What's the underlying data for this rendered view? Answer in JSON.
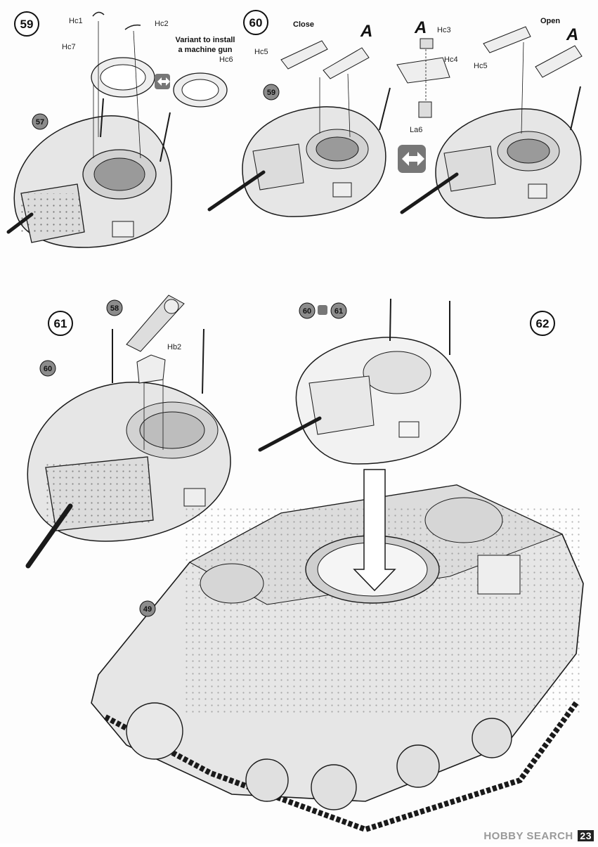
{
  "steps": {
    "s59": {
      "number": "59",
      "ref_part": "57"
    },
    "s60": {
      "number": "60",
      "ref_part": "59",
      "close_label": "Close",
      "open_label": "Open",
      "detail_letter": "A"
    },
    "s61": {
      "number": "61",
      "ref_part": "60",
      "gun_ref": "58"
    },
    "s62": {
      "number": "62",
      "ref_a": "60",
      "ref_b": "61",
      "hull_ref": "49"
    }
  },
  "parts": {
    "hc1": "Hc1",
    "hc2": "Hc2",
    "hc3": "Hc3",
    "hc4": "Hc4",
    "hc5": "Hc5",
    "hc6": "Hc6",
    "hc7": "Hc7",
    "la6": "La6",
    "hb2": "Hb2"
  },
  "notes": {
    "variant_line1": "Variant to install",
    "variant_line2": "a machine gun"
  },
  "watermark": {
    "brand": "HOBBY SEARCH",
    "page_no": "23"
  },
  "colors": {
    "part_fill": "#e6e6e6",
    "badge_grey": "#8c8c8c",
    "line": "#1a1a1a"
  }
}
